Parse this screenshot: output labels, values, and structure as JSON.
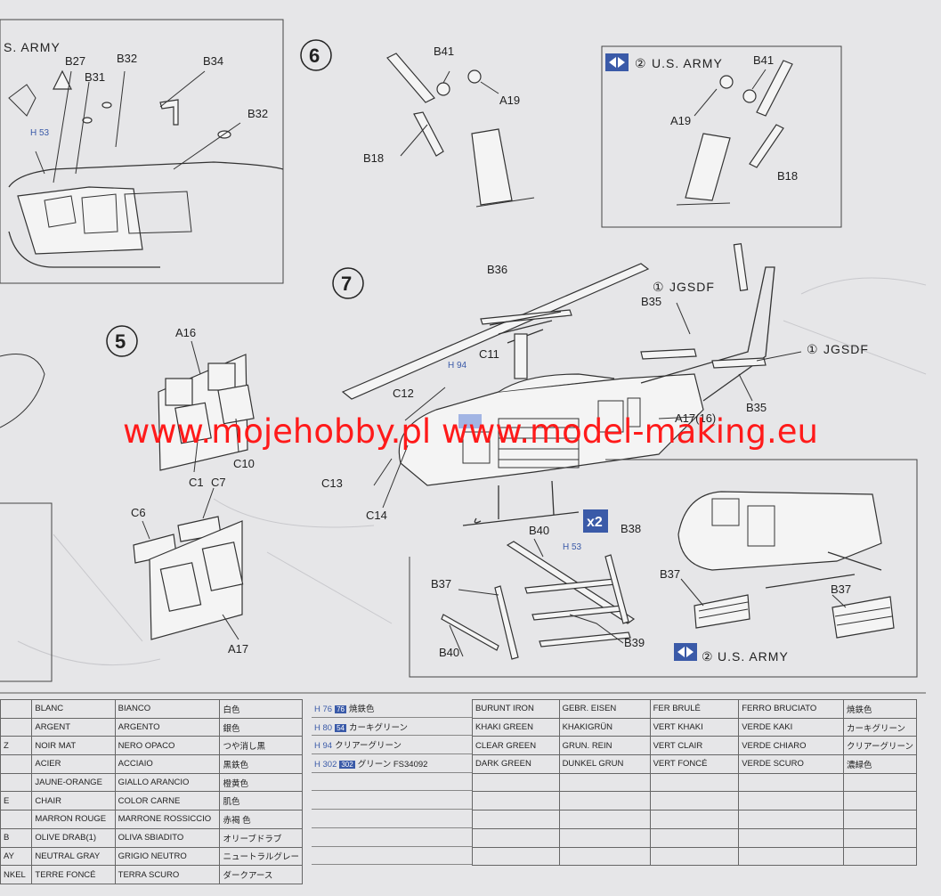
{
  "watermark": "www.mojehobby.pl www.model-making.eu",
  "steps": {
    "step5": "5",
    "step6": "6",
    "step7": "7",
    "x2": "x2"
  },
  "labels": {
    "army_top_left": "S. ARMY",
    "army_inset6": "U.S. ARMY",
    "army_inset7": "U.S. ARMY",
    "inset6_num": "②",
    "inset7_num": "②",
    "jgsdf1": "JGSDF",
    "jgsdf2": "JGSDF",
    "jgsdf_num": "①",
    "B27": "B27",
    "B31": "B31",
    "B32a": "B32",
    "B34": "B34",
    "B32b": "B32",
    "H53a": "H 53",
    "B41a": "B41",
    "A19a": "A19",
    "B18a": "B18",
    "B41b": "B41",
    "A19b": "A19",
    "B18b": "B18",
    "B36": "B36",
    "B35a": "B35",
    "B35b": "B35",
    "H94": "H 94",
    "C11": "C11",
    "C12": "C12",
    "C13": "C13",
    "C14": "C14",
    "A17_16": "A17(16)",
    "A16": "A16",
    "C1": "C1",
    "C10": "C10",
    "C6": "C6",
    "C7": "C7",
    "A17": "A17",
    "B40a": "B40",
    "H53b": "H 53",
    "B38": "B38",
    "B37a": "B37",
    "B40b": "B40",
    "B39": "B39",
    "B37b": "B37",
    "B37c": "B37"
  },
  "table_a": [
    {
      "c0": "",
      "c1": "BLANC",
      "c2": "BIANCO",
      "c3": "白色"
    },
    {
      "c0": "",
      "c1": "ARGENT",
      "c2": "ARGENTO",
      "c3": "銀色"
    },
    {
      "c0": "Z",
      "c1": "NOIR MAT",
      "c2": "NERO OPACO",
      "c3": "つや消し黒"
    },
    {
      "c0": "",
      "c1": "ACIER",
      "c2": "ACCIAIO",
      "c3": "黒鉄色"
    },
    {
      "c0": "",
      "c1": "JAUNE-ORANGE",
      "c2": "GIALLO ARANCIO",
      "c3": "橙黄色"
    },
    {
      "c0": "E",
      "c1": "CHAIR",
      "c2": "COLOR CARNE",
      "c3": "肌色"
    },
    {
      "c0": "",
      "c1": "MARRON ROUGE",
      "c2": "MARRONE ROSSICCIO",
      "c3": "赤褐 色"
    },
    {
      "c0": "B",
      "c1": "OLIVE DRAB(1)",
      "c2": "OLIVA SBIADITO",
      "c3": "オリーブドラブ"
    },
    {
      "c0": "AY",
      "c1": "NEUTRAL GRAY",
      "c2": "GRIGIO NEUTRO",
      "c3": "ニュートラルグレー"
    },
    {
      "c0": "NKEL",
      "c1": "TERRE FONCÉ",
      "c2": "TERRA SCURO",
      "c3": "ダークアース"
    }
  ],
  "table_b": [
    {
      "h": "H 76",
      "b": "76",
      "t": "焼鉄色"
    },
    {
      "h": "H 80",
      "b": "54",
      "t": "カーキグリーン"
    },
    {
      "h": "H 94",
      "b": "",
      "t": "クリアーグリーン"
    },
    {
      "h": "H 302",
      "b": "302",
      "t": "グリーン FS34092"
    }
  ],
  "table_c": [
    {
      "c0": "BURUNT IRON",
      "c1": "GEBR. EISEN",
      "c2": "FER BRULÉ",
      "c3": "FERRO BRUCIATO",
      "c4": "焼鉄色"
    },
    {
      "c0": "KHAKI GREEN",
      "c1": "KHAKIGRÜN",
      "c2": "VERT KHAKI",
      "c3": "VERDE KAKI",
      "c4": "カーキグリーン"
    },
    {
      "c0": "CLEAR GREEN",
      "c1": "GRUN. REIN",
      "c2": "VERT CLAIR",
      "c3": "VERDE CHIARO",
      "c4": "クリアーグリーン"
    },
    {
      "c0": "DARK GREEN",
      "c1": "DUNKEL GRUN",
      "c2": "VERT FONCÉ",
      "c3": "VERDE SCURO",
      "c4": "濃緑色"
    }
  ]
}
